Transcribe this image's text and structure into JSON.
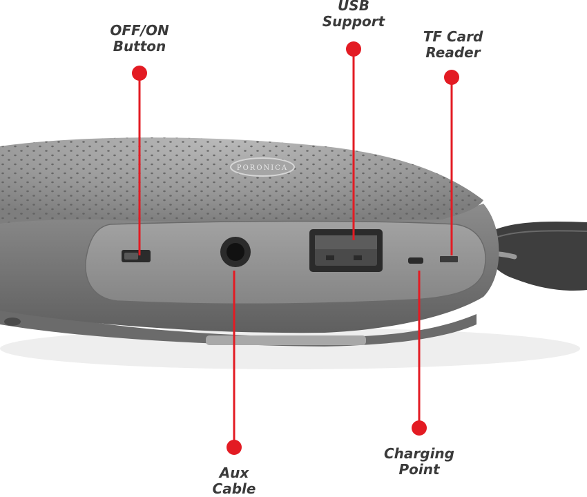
{
  "colors": {
    "callout_red": "#e31b23",
    "label_text": "#3a3a3a",
    "device_body": "#7a7a7a",
    "device_panel": "#8f8f8f",
    "port_black": "#2b2b2b"
  },
  "device": {
    "brand_badge_text": "PORONICA"
  },
  "callouts": {
    "off_on": {
      "line1": "OFF/ON",
      "line2": "Button"
    },
    "usb": {
      "line1": "USB",
      "line2": "Support"
    },
    "tf_card": {
      "line1": "TF Card",
      "line2": "Reader"
    },
    "charging": {
      "line1": "Charging",
      "line2": "Point"
    },
    "aux": {
      "line1": "Aux",
      "line2": "Cable"
    }
  }
}
